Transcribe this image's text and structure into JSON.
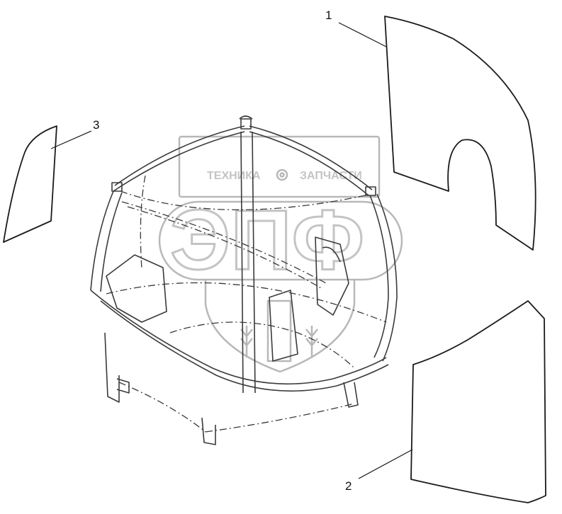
{
  "callouts": {
    "part_1": "1",
    "part_2": "2",
    "part_3": "3"
  },
  "watermark": {
    "left_text": "ТЕХНИКА",
    "right_text": "ЗАПЧАСТИ",
    "logo_letters": "ЭПФ",
    "gear_icon": "gear-icon"
  },
  "colors": {
    "line": "#1a1a1a",
    "watermark": "#c4c4c4"
  }
}
